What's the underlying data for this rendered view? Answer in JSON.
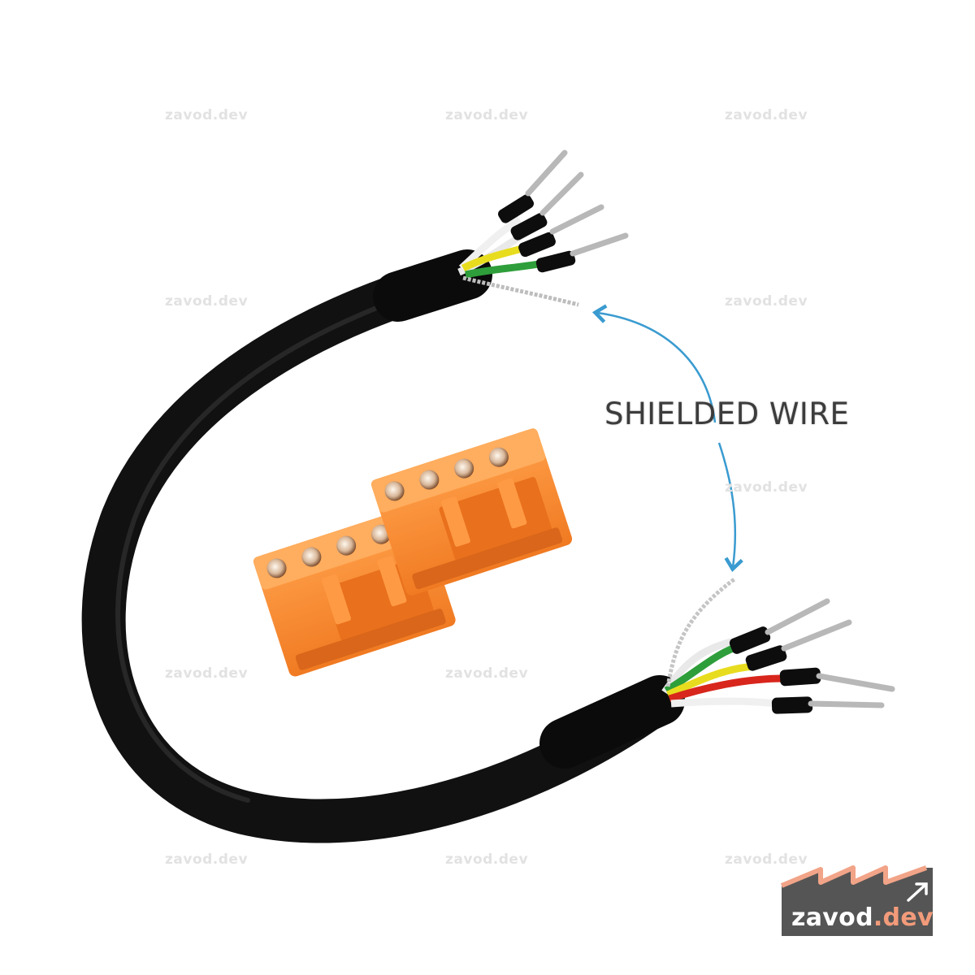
{
  "callout": {
    "label": "SHIELDED WIRE"
  },
  "watermark": {
    "text": "zavod.dev"
  },
  "logo": {
    "name": "zavod",
    "suffix": ".dev"
  },
  "colors": {
    "cable": "#151515",
    "connector": "#f78a2e",
    "arrow": "#3a9bd0",
    "logo_bg": "#555555",
    "logo_roof": "#f2a488",
    "wire_green": "#2e9e3a",
    "wire_yellow": "#e8dc1e",
    "wire_red": "#d8261c",
    "wire_white": "#e9e9e9"
  }
}
